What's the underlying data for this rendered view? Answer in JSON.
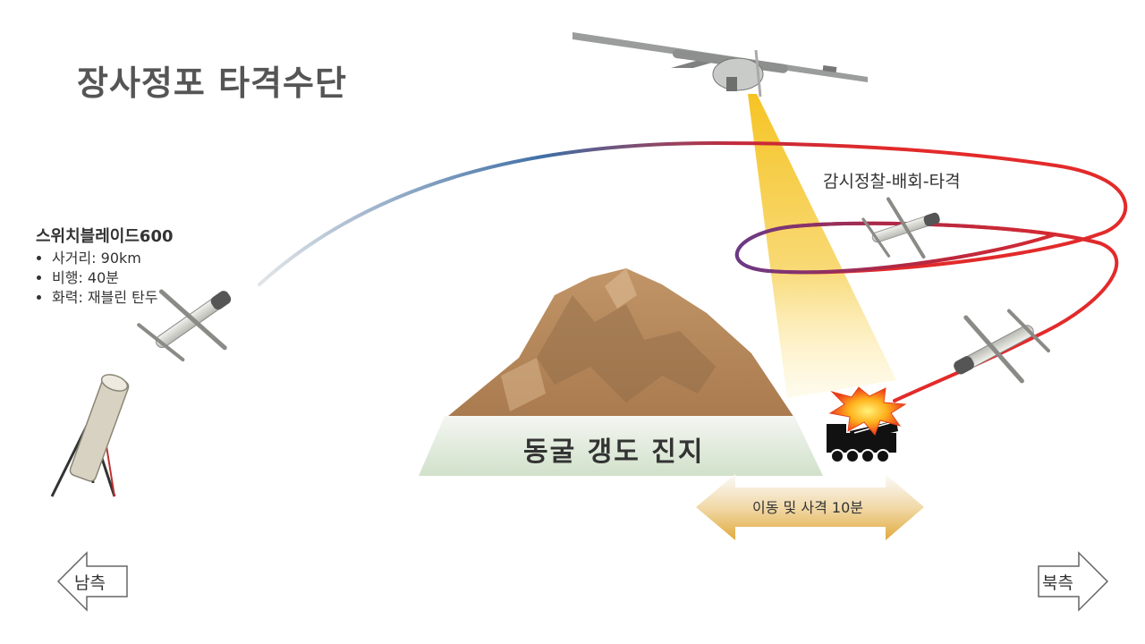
{
  "title": "장사정포 타격수단",
  "weapon": {
    "name": "스위치블레이드600",
    "specs": [
      "사거리: 90km",
      "비행: 40분",
      "화력: 재블린 탄두"
    ]
  },
  "cycle_label": "감시정찰-배회-타격",
  "tunnel_label": "동굴 갱도 진지",
  "move_label": "이동 및 사격 10분",
  "south_label": "남측",
  "north_label": "북측",
  "colors": {
    "trajectory_start": "#d8dde2",
    "trajectory_mid": "#3f6fa5",
    "trajectory_end": "#e32a2a",
    "loiter_purple": "#6a3a86",
    "beam": "#f5c321",
    "mountain": "#b98a5c",
    "arrow_gold": "#e0a93a"
  },
  "icons": [
    "uav-drone-icon",
    "loitering-munition-icon",
    "launcher-tube-icon",
    "mlrs-truck-icon",
    "explosion-icon"
  ]
}
